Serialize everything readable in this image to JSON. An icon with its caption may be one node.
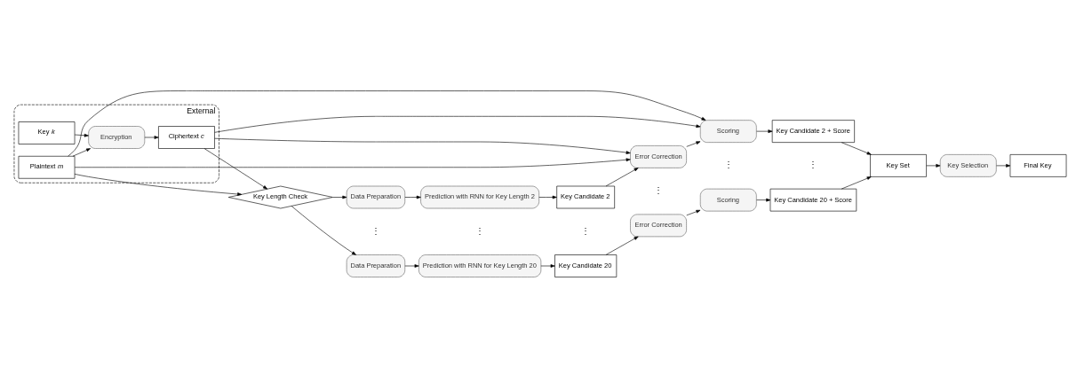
{
  "diagram": {
    "nodes": [
      {
        "text": [
          "External"
        ]
      },
      {
        "text": [
          "Key *k*"
        ],
        "in": 0
      },
      {
        "text": [
          "Encryption"
        ],
        "in": 0
      },
      {
        "text": [
          "Plaintext *m*"
        ],
        "in": 0
      },
      {
        "text": [
          "Ciphertext *c*"
        ],
        "in": 0
      },
      {
        "text": [
          "Key Length Check"
        ]
      },
      {
        "text": [
          "Data Preparation"
        ]
      },
      {
        "text": [
          "Prediction with RNN for Key Length 2"
        ]
      },
      {
        "text": [
          "Key Candidate 2"
        ]
      },
      {
        "text": [
          "Error Correction"
        ]
      },
      {
        "text": [
          "Scoring"
        ]
      },
      {
        "text": [
          "Key Candidate 2 + Score"
        ]
      },
      {
        "text": [
          "Data Preparation"
        ]
      },
      {
        "text": [
          "Prediction with RNN for Key Length 20"
        ]
      },
      {
        "text": [
          "Key Candidate 20"
        ]
      },
      {
        "text": [
          "Error Correction"
        ]
      },
      {
        "text": [
          "Scoring"
        ]
      },
      {
        "text": [
          "Key Candidate 20 + Score"
        ]
      },
      {
        "text": [
          "Key Set"
        ]
      },
      {
        "text": [
          "Key Selection"
        ]
      },
      {
        "text": [
          "Final Key"
        ]
      }
    ],
    "edges": [
      {
        "from": 1,
        "to": 2,
        "arrow": "to"
      },
      {
        "from": 3,
        "to": 2,
        "arrow": "to"
      },
      {
        "from": 2,
        "to": 4,
        "arrow": "to"
      },
      {
        "from": 3,
        "to": 5,
        "arrow": "to"
      },
      {
        "from": 3,
        "to": 9,
        "arrow": "to"
      },
      {
        "from": 3,
        "to": 10,
        "arrow": "to"
      },
      {
        "from": 4,
        "to": 5,
        "arrow": "to"
      },
      {
        "from": 4,
        "to": 9,
        "arrow": "to"
      },
      {
        "from": 4,
        "to": 10,
        "arrow": "to"
      },
      {
        "from": 5,
        "to": 6,
        "arrow": "to"
      },
      {
        "from": 5,
        "to": 12,
        "arrow": "to"
      },
      {
        "from": 6,
        "to": 7,
        "arrow": "to"
      },
      {
        "from": 7,
        "to": 8,
        "arrow": "to"
      },
      {
        "from": 8,
        "to": 9,
        "arrow": "to"
      },
      {
        "from": 9,
        "to": 10,
        "arrow": "to"
      },
      {
        "from": 10,
        "to": 11,
        "arrow": "to"
      },
      {
        "from": 12,
        "to": 13,
        "arrow": "to"
      },
      {
        "from": 13,
        "to": 14,
        "arrow": "to"
      },
      {
        "from": 14,
        "to": 15,
        "arrow": "to"
      },
      {
        "from": 15,
        "to": 16,
        "arrow": "to"
      },
      {
        "from": 16,
        "to": 17,
        "arrow": "to"
      },
      {
        "from": 11,
        "to": 18,
        "arrow": "to"
      },
      {
        "from": 17,
        "to": 18,
        "arrow": "to"
      },
      {
        "from": 18,
        "to": 19,
        "arrow": "to"
      },
      {
        "from": 19,
        "to": 20,
        "arrow": "to"
      }
    ],
    "labels": [
      "⋮",
      "⋮",
      "⋮",
      "⋮",
      "⋮",
      "⋮"
    ]
  }
}
